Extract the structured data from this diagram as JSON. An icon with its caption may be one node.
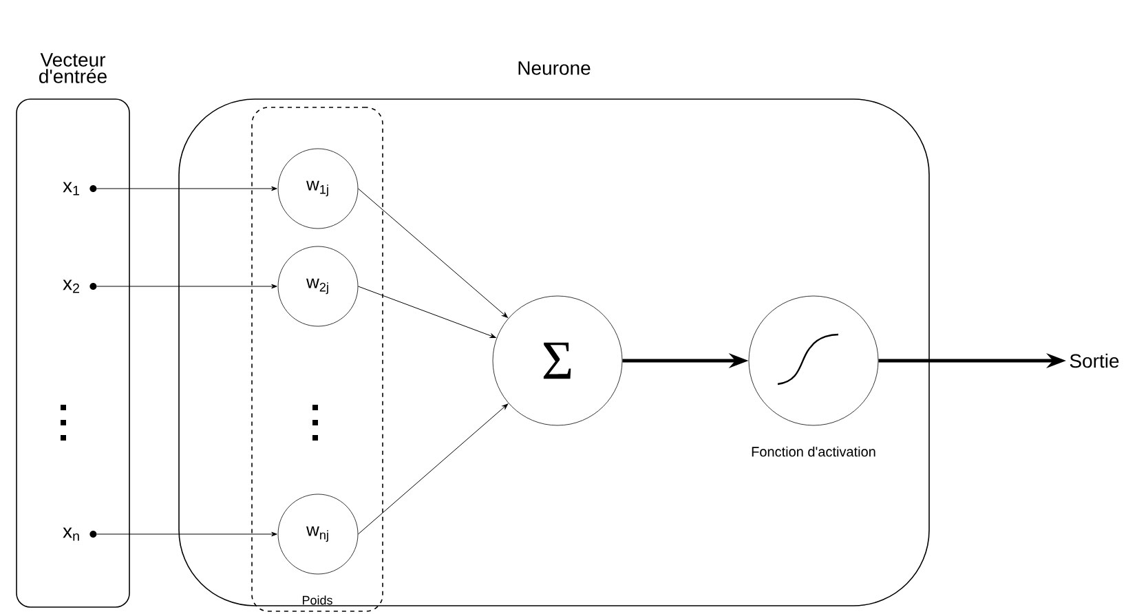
{
  "diagram": {
    "nodes": [
      {
        "text": [
          "Vecteur d'entrée"
        ]
      },
      {
        "text": [
          "Neurone"
        ]
      },
      {
        "text": [
          "Poids"
        ],
        "in": 1
      },
      {
        "text": [
          "x$_{1}$"
        ],
        "in": 0
      },
      {
        "text": [
          "x$_{2}$"
        ],
        "in": 0
      },
      {
        "text": [
          "x$_{n}$"
        ],
        "in": 0
      },
      {
        "text": [
          "w$_{1j}$"
        ],
        "in": 2
      },
      {
        "text": [
          "w$_{2j}$"
        ],
        "in": 2
      },
      {
        "text": [
          "w$_{nj}$"
        ],
        "in": 2
      },
      {
        "text": [
          "Σ"
        ],
        "in": 1
      },
      {
        "text": [],
        "shape": "circle",
        "beside": [
          "Fonction d'activation"
        ],
        "in": 1
      },
      {
        "text": [
          "Sortie"
        ]
      }
    ],
    "edges": [
      {
        "from": 3,
        "to": 6,
        "arrow": "to"
      },
      {
        "from": 4,
        "to": 7,
        "arrow": "to"
      },
      {
        "from": 5,
        "to": 8,
        "arrow": "to"
      },
      {
        "from": 6,
        "to": 9,
        "arrow": "to"
      },
      {
        "from": 7,
        "to": 9,
        "arrow": "to"
      },
      {
        "from": 8,
        "to": 9,
        "arrow": "to"
      },
      {
        "from": 9,
        "to": 10,
        "arrow": "to",
        "style": "thick"
      },
      {
        "from": 10,
        "to": 11,
        "arrow": "to",
        "style": "thick"
      }
    ]
  }
}
